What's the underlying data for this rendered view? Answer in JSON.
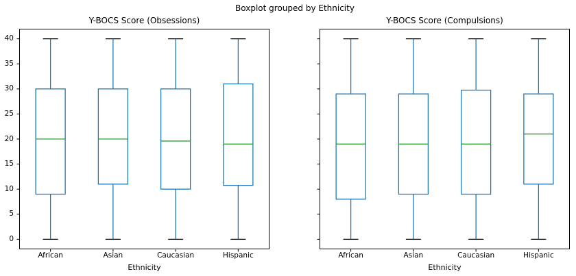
{
  "figure": {
    "suptitle": "Boxplot grouped by Ethnicity",
    "background": "#ffffff"
  },
  "colors": {
    "box": "#1f77b4",
    "whisker": "#1f77b4",
    "median": "#2ca02c",
    "cap": "#000000",
    "spine": "#000000",
    "text": "#000000"
  },
  "chart_data": [
    {
      "type": "boxplot",
      "title": "Y-BOCS Score (Obsessions)",
      "xlabel": "Ethnicity",
      "categories": [
        "African",
        "Asian",
        "Caucasian",
        "Hispanic"
      ],
      "yticks": [
        0,
        5,
        10,
        15,
        20,
        25,
        30,
        35,
        40
      ],
      "ylim": [
        -2,
        42
      ],
      "grid": false,
      "show_y_tick_labels": true,
      "series": [
        {
          "category": "African",
          "whisker_low": 0,
          "q1": 9,
          "median": 20,
          "q3": 30,
          "whisker_high": 40
        },
        {
          "category": "Asian",
          "whisker_low": 0,
          "q1": 11,
          "median": 20,
          "q3": 30,
          "whisker_high": 40
        },
        {
          "category": "Caucasian",
          "whisker_low": 0,
          "q1": 10,
          "median": 19.6,
          "q3": 30,
          "whisker_high": 40
        },
        {
          "category": "Hispanic",
          "whisker_low": 0,
          "q1": 10.75,
          "median": 19,
          "q3": 31,
          "whisker_high": 40
        }
      ]
    },
    {
      "type": "boxplot",
      "title": "Y-BOCS Score (Compulsions)",
      "xlabel": "Ethnicity",
      "categories": [
        "African",
        "Asian",
        "Caucasian",
        "Hispanic"
      ],
      "yticks": [
        0,
        5,
        10,
        15,
        20,
        25,
        30,
        35,
        40
      ],
      "ylim": [
        -2,
        42
      ],
      "grid": false,
      "show_y_tick_labels": false,
      "series": [
        {
          "category": "African",
          "whisker_low": 0,
          "q1": 8,
          "median": 19,
          "q3": 29,
          "whisker_high": 40
        },
        {
          "category": "Asian",
          "whisker_low": 0,
          "q1": 9,
          "median": 19,
          "q3": 29,
          "whisker_high": 40
        },
        {
          "category": "Caucasian",
          "whisker_low": 0,
          "q1": 9,
          "median": 19,
          "q3": 29.75,
          "whisker_high": 40
        },
        {
          "category": "Hispanic",
          "whisker_low": 0,
          "q1": 11,
          "median": 21,
          "q3": 29,
          "whisker_high": 40
        }
      ]
    }
  ]
}
